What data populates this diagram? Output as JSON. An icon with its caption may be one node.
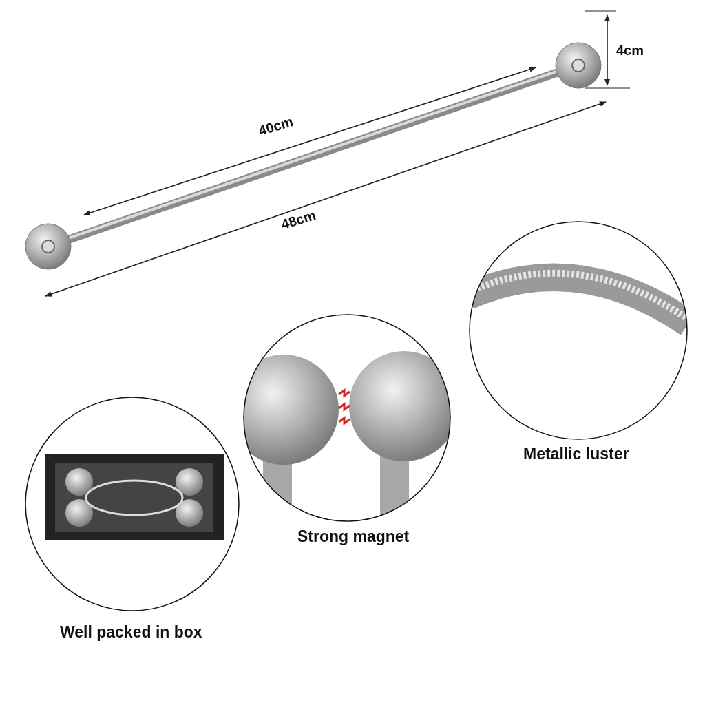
{
  "diagram": {
    "labels": [
      "4cm",
      "40cm",
      "48cm",
      "Metallic luster",
      "Strong magnet",
      "Well packed in box"
    ]
  }
}
